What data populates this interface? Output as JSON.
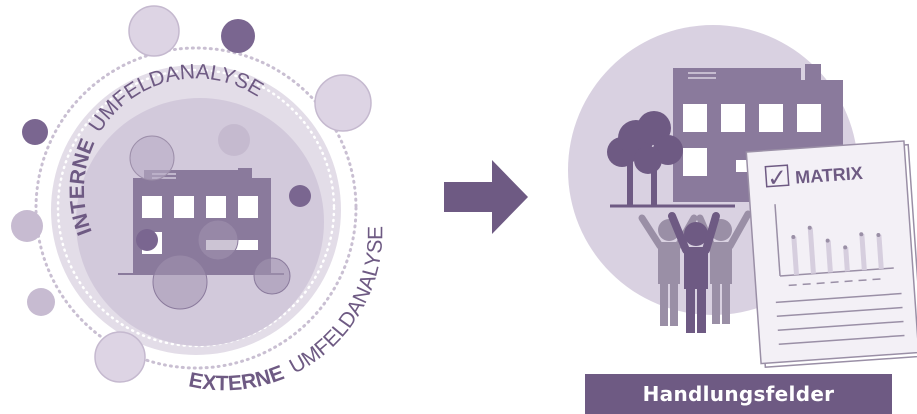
{
  "left": {
    "interne_bold": "INTERNE",
    "interne_rest": "UMFELDANALYSE",
    "externe_bold": "EXTERNE",
    "externe_rest": "UMFELDANALYSE"
  },
  "right": {
    "matrix_label": "MATRIX",
    "check_mark": "✓"
  },
  "banner": {
    "label": "Handlungsfelder"
  },
  "colors": {
    "outer_circle": "#e3dde8",
    "inner_circle": "#cfc5d8",
    "building": "#8a7a9c",
    "dark": "#6e5a83",
    "light_bubble": "#dcd3e2",
    "people": "#9a8fa6",
    "banner": "#6e5a83"
  },
  "icons": [
    "dotted-ring-icon",
    "building-icon",
    "bubble-icon",
    "arrow-right-icon",
    "tree-icon",
    "people-icon",
    "document-icon",
    "bar-chart-icon",
    "checkmark-icon"
  ]
}
